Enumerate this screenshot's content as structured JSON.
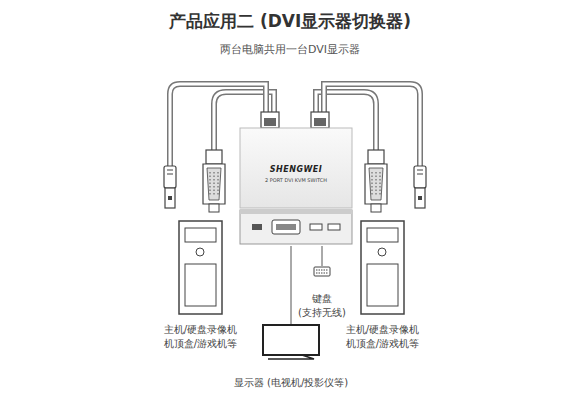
{
  "diagram": {
    "title": "产品应用二 (DVI显示器切换器)",
    "nodes": [
      {
        "text": [
          "SHENGWEI",
          "2 PORT DVI KVM SWITCH"
        ]
      },
      {
        "text": [
          "键盘 (支持无线)"
        ]
      },
      {
        "text": [
          "主机/硬盘录像机 机顶盒/游戏机等"
        ]
      },
      {
        "text": [
          "主机/硬盘录像机 机顶盒/游戏机等"
        ]
      },
      {
        "text": [
          "显示器 (电视机/投影仪等)"
        ]
      }
    ],
    "edges": [
      {
        "from": 0,
        "to": 4,
        "arrow": "none"
      },
      {
        "from": 0,
        "to": 1,
        "arrow": "none"
      }
    ],
    "labels": [
      "两台电脑共用一台DVI显示器"
    ]
  }
}
